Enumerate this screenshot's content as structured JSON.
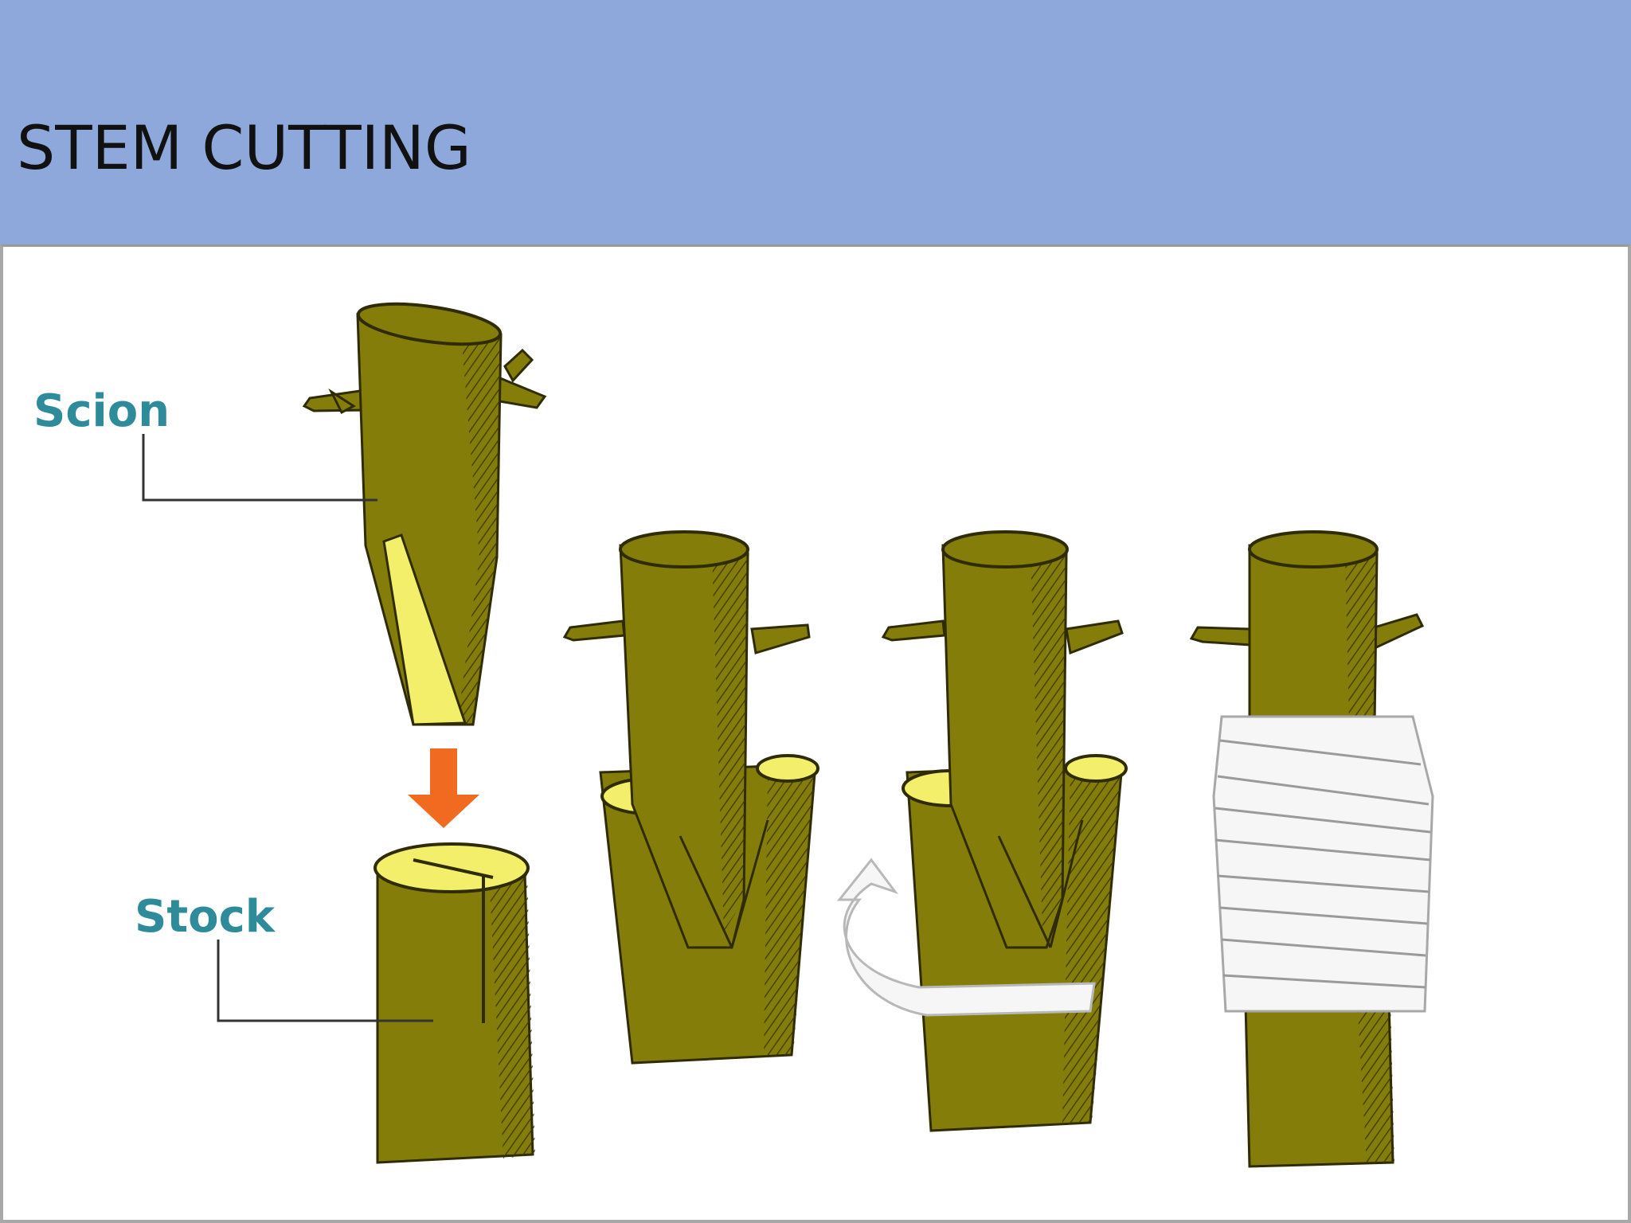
{
  "slide": {
    "title": "STEM CUTTING"
  },
  "diagram": {
    "labels": {
      "scion": "Scion",
      "stock": "Stock"
    },
    "colors": {
      "header_background": "#8ea8dc",
      "stem": "#857d0a",
      "stem_shade": "#4a4606",
      "cut_surface": "#f3ef6a",
      "arrow": "#f06a1f",
      "wrap_tape": "#f6f6f6",
      "label_text": "#2e8b9a"
    }
  }
}
